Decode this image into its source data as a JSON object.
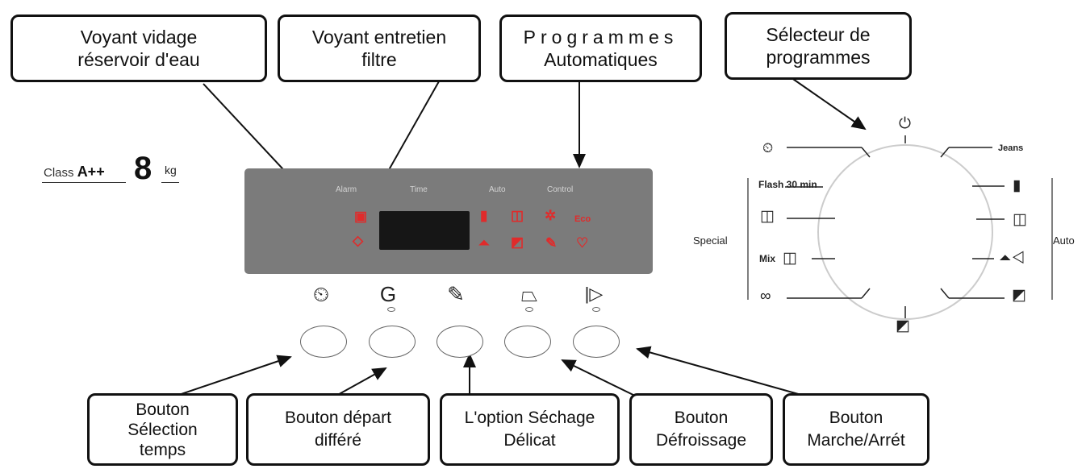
{
  "callouts": {
    "water_tank": [
      "Voyant vidage",
      "réservoir d'eau"
    ],
    "filter": [
      "Voyant entretien",
      "filtre"
    ],
    "auto_programs": [
      "Programmes",
      "Automatiques"
    ],
    "selector": [
      "Sélecteur de",
      "programmes"
    ],
    "time_button": [
      "Bouton",
      "Sélection",
      "temps"
    ],
    "delay_button": [
      "Bouton départ",
      "différé"
    ],
    "delicate": [
      "L'option  Séchage",
      "Délicat"
    ],
    "anticrease": [
      "Bouton",
      "Défroissage"
    ],
    "onoff": [
      "Bouton",
      "Marche/Arrét"
    ]
  },
  "energy": {
    "class_text": "Class",
    "class_value": "A++",
    "capacity": "8",
    "unit": "kg"
  },
  "panel": {
    "labels": {
      "alarm": "Alarm",
      "time": "Time",
      "auto": "Auto",
      "control": "Control"
    },
    "eco": "Eco",
    "icons": [
      "tank-full",
      "filter",
      "shirt-extra-dry",
      "shirt-cupboard",
      "wind-fan",
      "eco",
      "hanger",
      "shirt-iron",
      "feather",
      "heart"
    ]
  },
  "buttons": [
    {
      "icon": "clock-icon",
      "glyph": "⏲",
      "led": false
    },
    {
      "icon": "delay-start-icon",
      "glyph": "G",
      "led": true
    },
    {
      "icon": "feather-icon",
      "glyph": "✎",
      "led": false
    },
    {
      "icon": "iron-icon",
      "glyph": "⏢",
      "led": true
    },
    {
      "icon": "start-pause-icon",
      "glyph": "|▷",
      "led": true
    }
  ],
  "dial": {
    "labels": {
      "jeans": "Jeans",
      "flash": "Flash 30 min",
      "mix": "Mix",
      "special": "Special",
      "auto": "Auto"
    }
  },
  "colors": {
    "panel": "#7b7b7b",
    "indicator": "#e02b2b",
    "display": "#161616"
  }
}
